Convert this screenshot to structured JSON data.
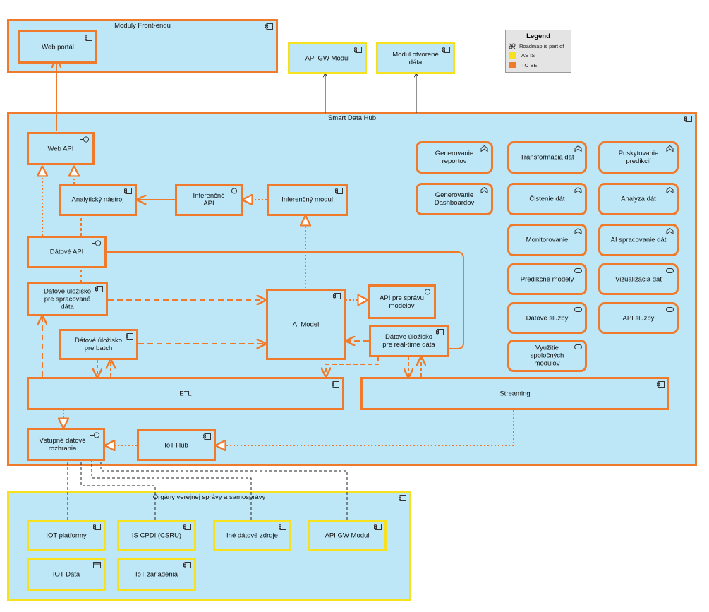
{
  "groups": {
    "frontend": "Moduly Front-endu",
    "smartdatahub": "Smart Data Hub",
    "organs": "Orgány verejnej správy a samosprávy"
  },
  "modules": {
    "web_portal": "Web portál",
    "api_gw_top": "API GW Modul",
    "open_data": "Modul otvorené dáta",
    "web_api": "Web API",
    "analyticky": "Analytický nástroj",
    "inferencne_api": "Inferenčné API",
    "inferencny_modul": "Inferenčný modul",
    "datove_api": "Dátové API",
    "ulozisko_spracovane": "Dátové úložisko pre spracované dáta",
    "ulozisko_batch": "Dátové úložisko pre batch",
    "ai_model": "AI Model",
    "api_sprava": "API pre správu modelov",
    "ulozisko_realtime": "Dátove úložisko pre real-time dáta",
    "etl": "ETL",
    "streaming": "Streaming",
    "vstupne": "Vstupné dátové rozhrania",
    "iot_hub": "IoT Hub",
    "iot_platformy": "IOT platformy",
    "is_cpdi": "IS CPDI (CSRU)",
    "ine_zdroje": "Iné dátové zdroje",
    "api_gw_bottom": "API GW Modul",
    "iot_data": "IOT Dáta",
    "iot_zariadenia": "IoT zariadenia"
  },
  "functions": {
    "gen_reportov": "Generovanie reportov",
    "transformacia": "Transformácia dát",
    "predikcie": "Poskytovanie predikcií",
    "gen_dashboardov": "Generovanie Dashboardov",
    "cistenie": "Čistenie dát",
    "analyza": "Analyza dát",
    "monitorovanie": "Monitorovanie",
    "ai_spracovanie": "AI spracovanie dát",
    "predikcne": "Predikčné modely",
    "vizualizacia": "Vizualizácia dát",
    "datove_sluzby": "Dátové služby",
    "api_sluzby": "API služby",
    "vyuzitie": "Využitie spoločných modulov"
  },
  "legend": {
    "title": "Legend",
    "roadmap": "Roadmap is part of",
    "asis": "AS IS",
    "tobe": "TO BE"
  },
  "colors": {
    "fill": "#bde7f7",
    "tobe": "#f07a2b",
    "asis": "#f6e11f",
    "legend_bg": "#e4e4e4"
  }
}
